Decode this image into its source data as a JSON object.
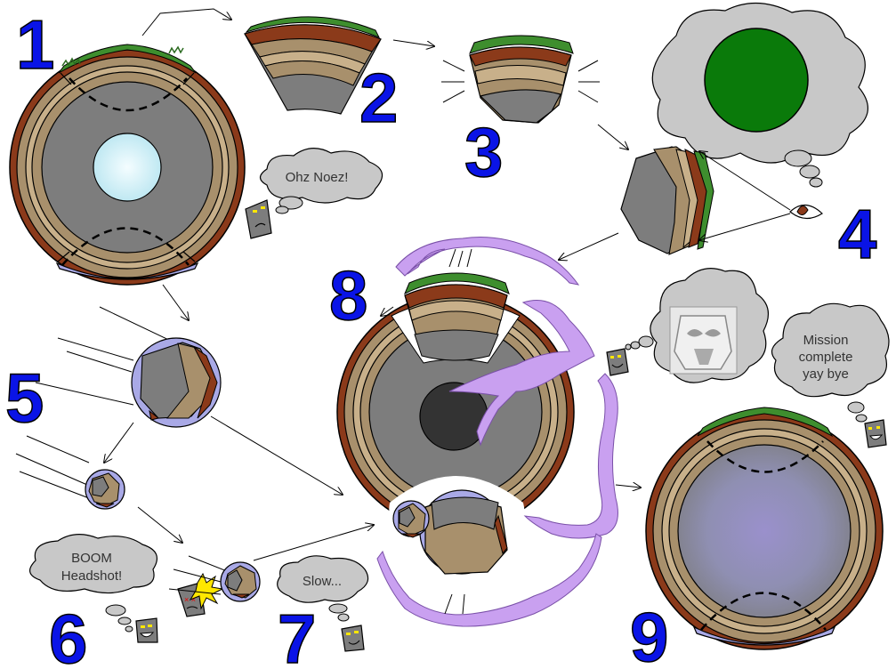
{
  "steps": [
    "1",
    "2",
    "3",
    "4",
    "5",
    "6",
    "7",
    "8",
    "9"
  ],
  "bubbles": {
    "ohz": "Ohz Noez!",
    "boom_1": "BOOM",
    "boom_2": "Headshot!",
    "slow": "Slow...",
    "mission_1": "Mission",
    "mission_2": "complete",
    "mission_3": "yay bye"
  },
  "colors": {
    "step_number": "#0a14e6",
    "crust": "#8b3a1a",
    "grass": "#3e8e2e",
    "mantle": "#a8906c",
    "inner_mantle": "#c8b08a",
    "stone": "#7d7d7d",
    "ice_core": "#dff6fb",
    "dark_core": "#333333",
    "water": "#a9a9e6",
    "cloud": "#c8c8c8",
    "lightning": "#c9a0f0",
    "green_world": "#0a7a0a"
  },
  "icons": [
    "robot-icon",
    "cloud-bubble-icon",
    "eye-icon",
    "mask-icon",
    "explosion-icon",
    "lightning-icon"
  ]
}
